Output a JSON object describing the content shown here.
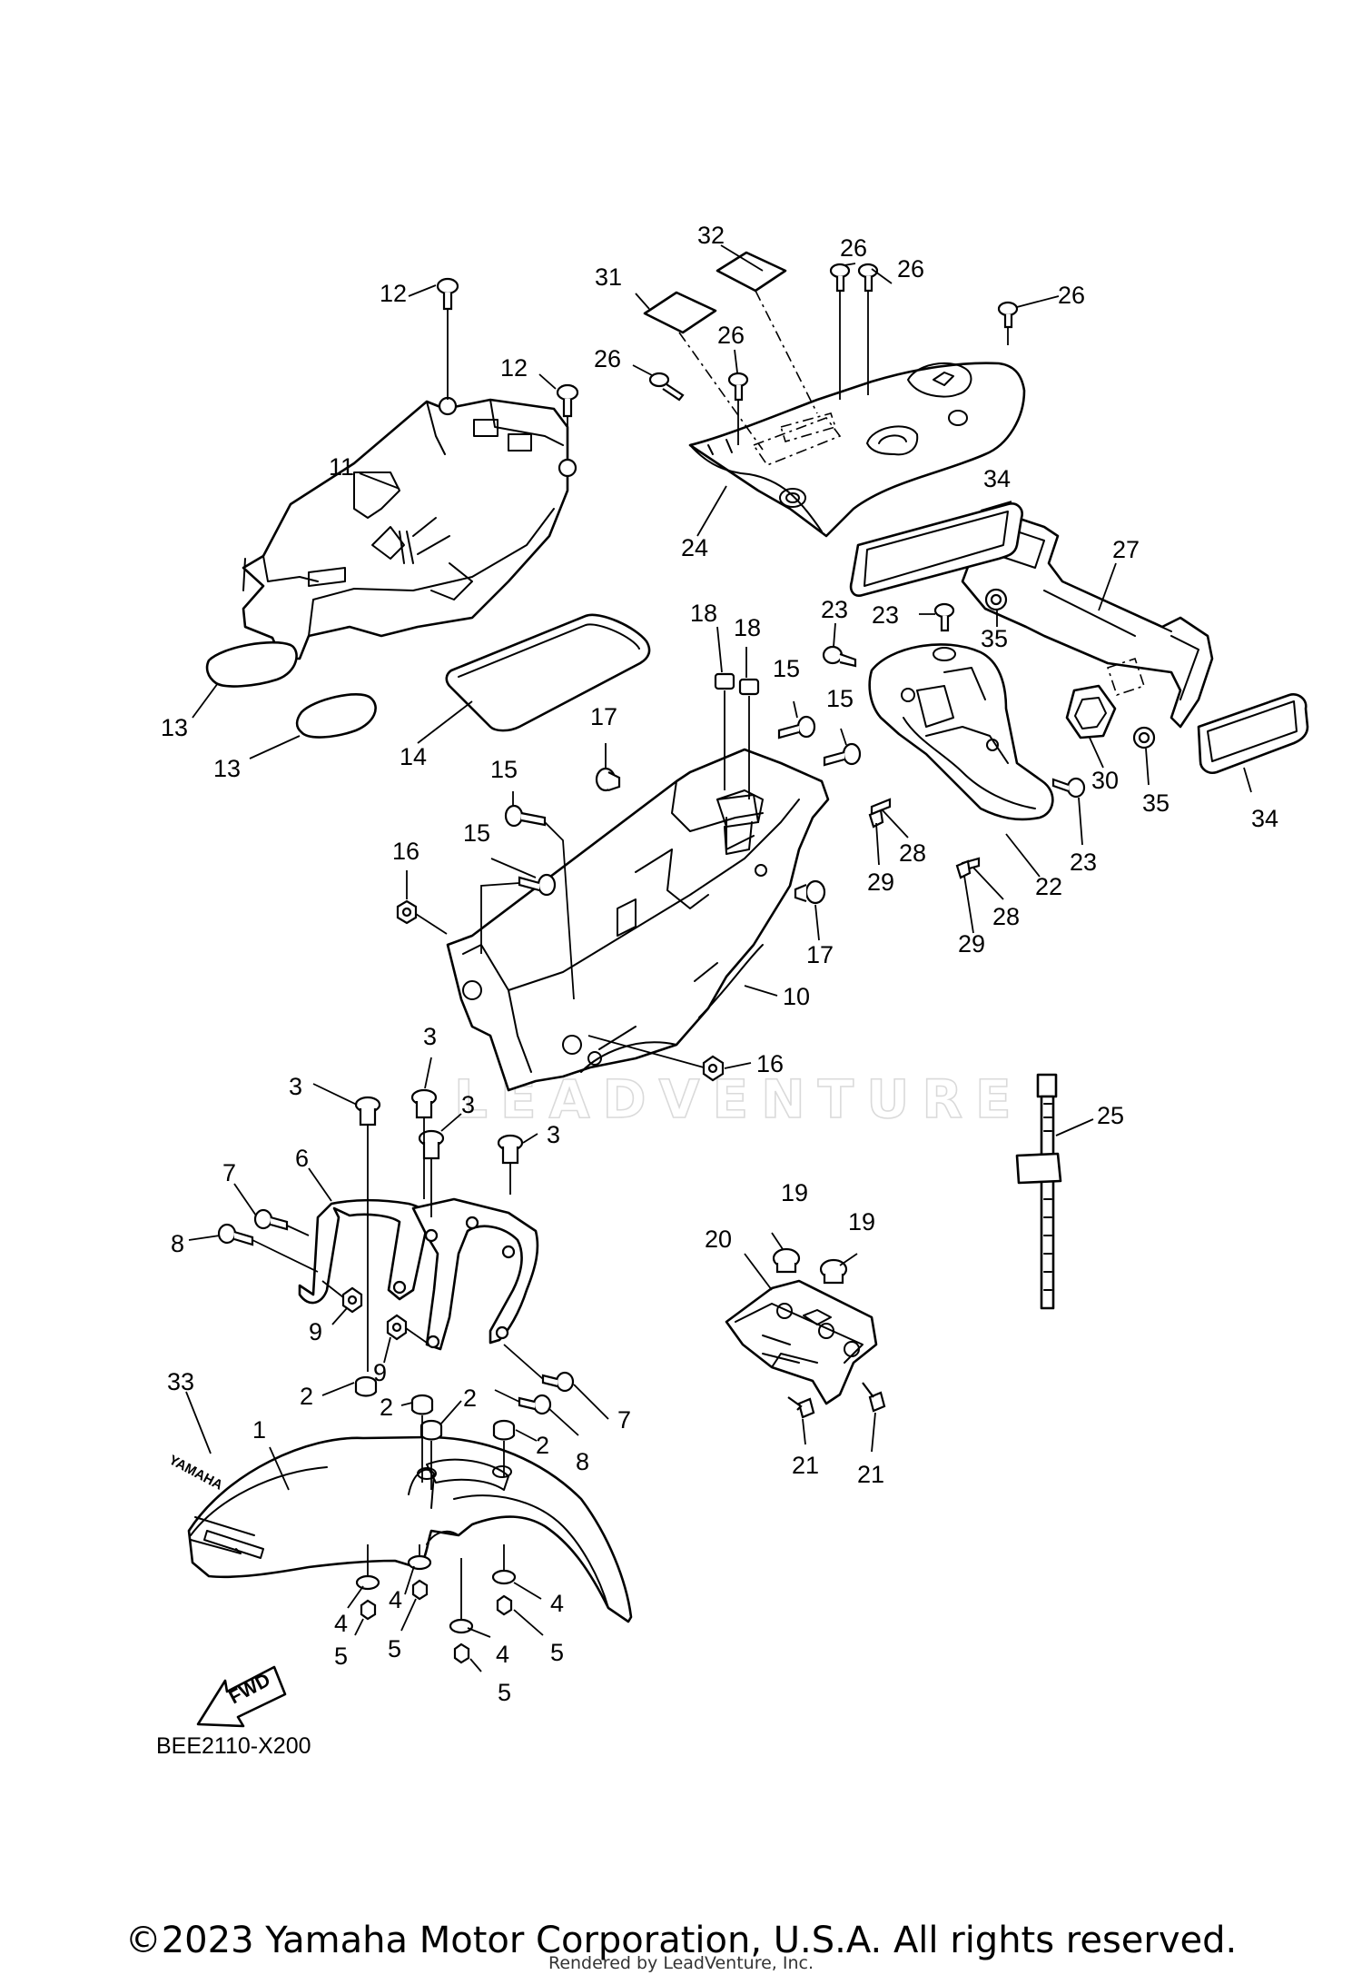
{
  "diagram": {
    "watermark": "LEADVENTURE",
    "diagram_code": "BEE2110-X200",
    "fwd_label": "FWD",
    "fender_brand_text": "YAMAHA",
    "copyright": "©2023 Yamaha Motor Corporation, U.S.A. All rights reserved.",
    "rendered_by": "Rendered by LeadVenture, Inc.",
    "callouts": [
      {
        "label": "32"
      },
      {
        "label": "31"
      },
      {
        "label": "26"
      },
      {
        "label": "26"
      },
      {
        "label": "26"
      },
      {
        "label": "26"
      },
      {
        "label": "26"
      },
      {
        "label": "12"
      },
      {
        "label": "12"
      },
      {
        "label": "11"
      },
      {
        "label": "24"
      },
      {
        "label": "34"
      },
      {
        "label": "27"
      },
      {
        "label": "18"
      },
      {
        "label": "18"
      },
      {
        "label": "23"
      },
      {
        "label": "23"
      },
      {
        "label": "35"
      },
      {
        "label": "13"
      },
      {
        "label": "13"
      },
      {
        "label": "14"
      },
      {
        "label": "15"
      },
      {
        "label": "15"
      },
      {
        "label": "17"
      },
      {
        "label": "15"
      },
      {
        "label": "15"
      },
      {
        "label": "16"
      },
      {
        "label": "30"
      },
      {
        "label": "35"
      },
      {
        "label": "34"
      },
      {
        "label": "28"
      },
      {
        "label": "29"
      },
      {
        "label": "23"
      },
      {
        "label": "22"
      },
      {
        "label": "28"
      },
      {
        "label": "29"
      },
      {
        "label": "17"
      },
      {
        "label": "10"
      },
      {
        "label": "16"
      },
      {
        "label": "25"
      },
      {
        "label": "3"
      },
      {
        "label": "3"
      },
      {
        "label": "3"
      },
      {
        "label": "3"
      },
      {
        "label": "6"
      },
      {
        "label": "7"
      },
      {
        "label": "8"
      },
      {
        "label": "9"
      },
      {
        "label": "9"
      },
      {
        "label": "19"
      },
      {
        "label": "19"
      },
      {
        "label": "20"
      },
      {
        "label": "33"
      },
      {
        "label": "1"
      },
      {
        "label": "2"
      },
      {
        "label": "2"
      },
      {
        "label": "2"
      },
      {
        "label": "2"
      },
      {
        "label": "7"
      },
      {
        "label": "8"
      },
      {
        "label": "21"
      },
      {
        "label": "21"
      },
      {
        "label": "4"
      },
      {
        "label": "4"
      },
      {
        "label": "4"
      },
      {
        "label": "4"
      },
      {
        "label": "5"
      },
      {
        "label": "5"
      },
      {
        "label": "5"
      },
      {
        "label": "5"
      }
    ]
  }
}
